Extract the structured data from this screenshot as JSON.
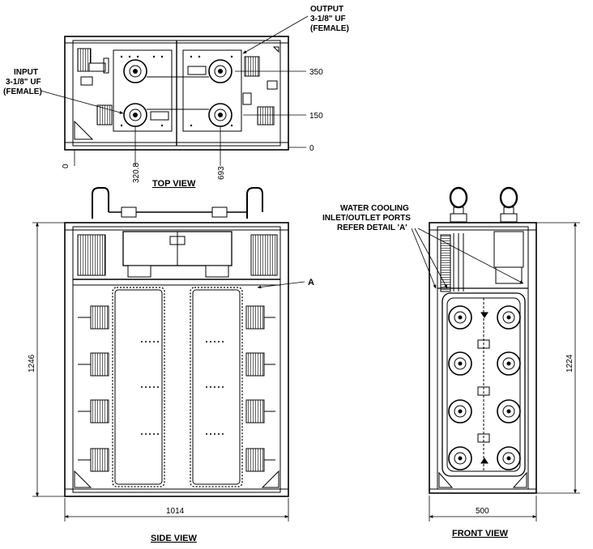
{
  "views": {
    "top": {
      "title": "TOP VIEW",
      "output_callout": [
        "OUTPUT",
        "3-1/8\" UF",
        "(FEMALE)"
      ],
      "input_callout": [
        "INPUT",
        "3-1/8\" UF",
        "(FEMALE)"
      ],
      "dim_350": "350",
      "dim_150": "150",
      "dim_0_right": "0",
      "dim_0_bottom": "0",
      "dim_320_8": "320.8",
      "dim_693": "693"
    },
    "side": {
      "title": "SIDE VIEW",
      "height_dim": "1246",
      "width_dim": "1014",
      "detail_label": "A"
    },
    "front": {
      "title": "FRONT VIEW",
      "water_callout": [
        "WATER COOLING",
        "INLET/OUTLET PORTS",
        "REFER DETAIL 'A'"
      ],
      "height_dim": "1224",
      "width_dim": "500"
    }
  }
}
